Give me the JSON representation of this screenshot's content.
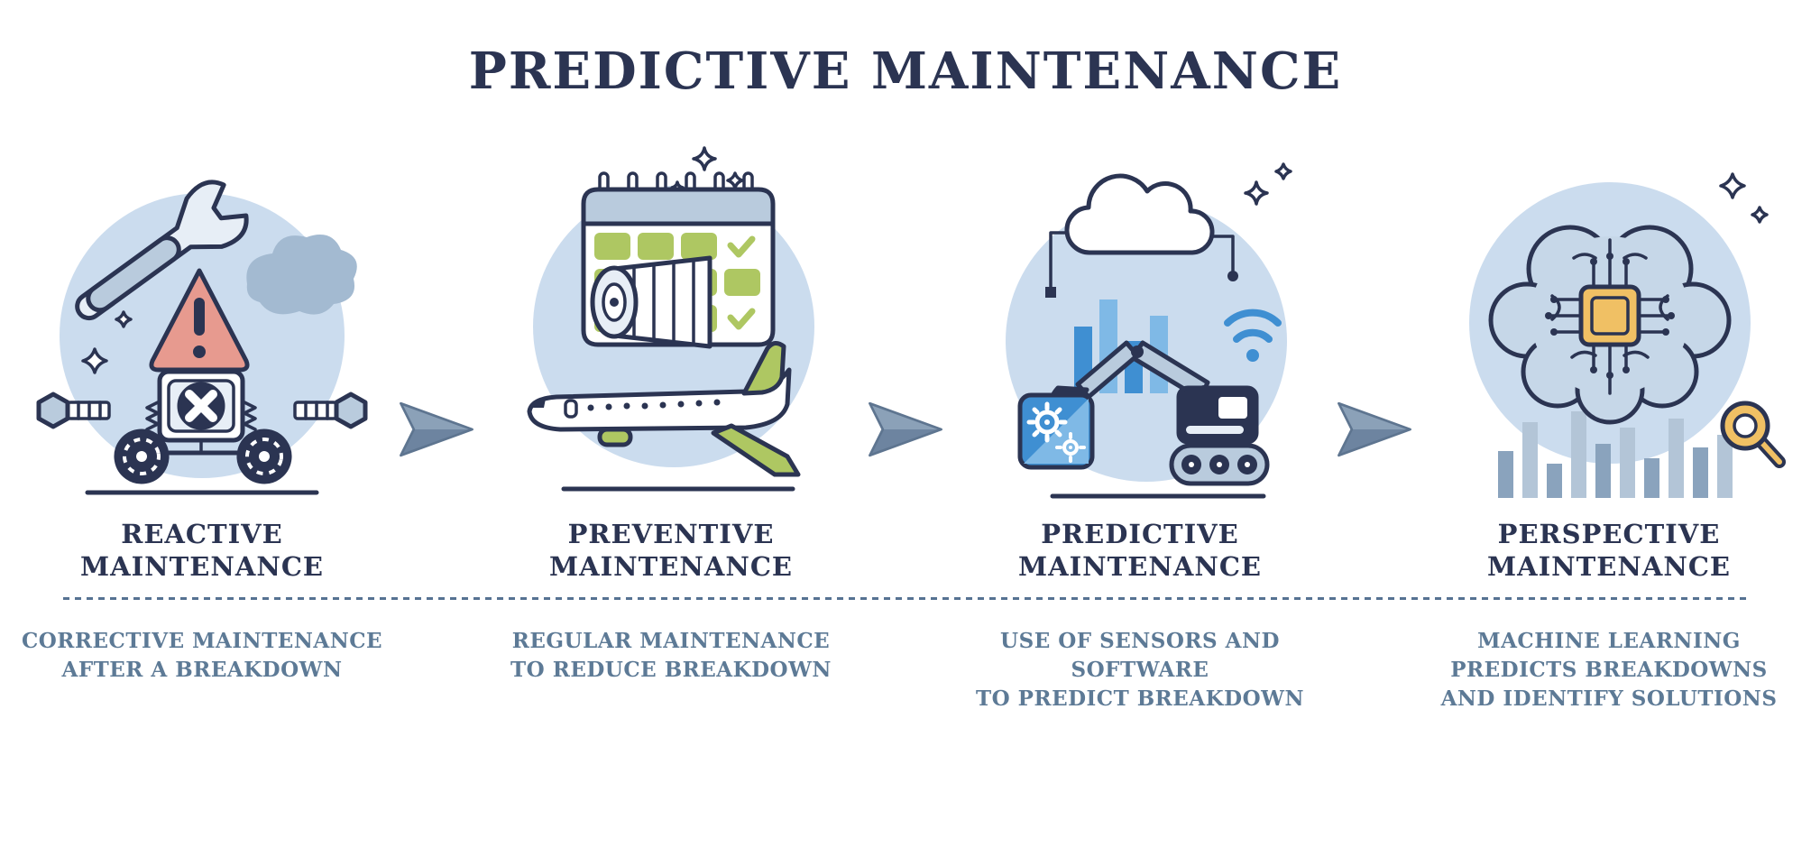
{
  "title": "PREDICTIVE MAINTENANCE",
  "stages": [
    {
      "title": "REACTIVE\nMAINTENANCE",
      "description": "CORRECTIVE MAINTENANCE\nAFTER A BREAKDOWN",
      "icon": "broken-machine-warning-wrench-icon"
    },
    {
      "title": "PREVENTIVE\nMAINTENANCE",
      "description": "REGULAR MAINTENANCE\nTO REDUCE BREAKDOWN",
      "icon": "airplane-turbine-calendar-icon"
    },
    {
      "title": "PREDICTIVE\nMAINTENANCE",
      "description": "USE OF SENSORS AND SOFTWARE\nTO PREDICT BREAKDOWN",
      "icon": "iot-excavator-cloud-sensors-icon"
    },
    {
      "title": "PERSPECTIVE\nMAINTENANCE",
      "description": "MACHINE LEARNING\nPREDICTS BREAKDOWNS\nAND IDENTIFY SOLUTIONS",
      "icon": "ai-brain-chip-analysis-icon"
    }
  ],
  "arrow_icon": "flow-arrow-right",
  "colors": {
    "navy": "#2b3452",
    "slate": "#5d7a96",
    "dash": "#567292",
    "circle": "#cbdcee",
    "steel": "#b9cbdd",
    "smoke": "#a3bad1",
    "green": "#aec762",
    "blue": "#3f8fd2",
    "lightblue": "#7fb9e6",
    "salmon": "#e79a8f",
    "orange": "#f0c064",
    "brain": "#c6d7e8",
    "barslate": "#8aa3bd",
    "barslate2": "#b3c5d7",
    "arrowLight": "#8ba1b8",
    "arrowDark": "#6d84a0",
    "arrowOutline": "#5e7590"
  }
}
